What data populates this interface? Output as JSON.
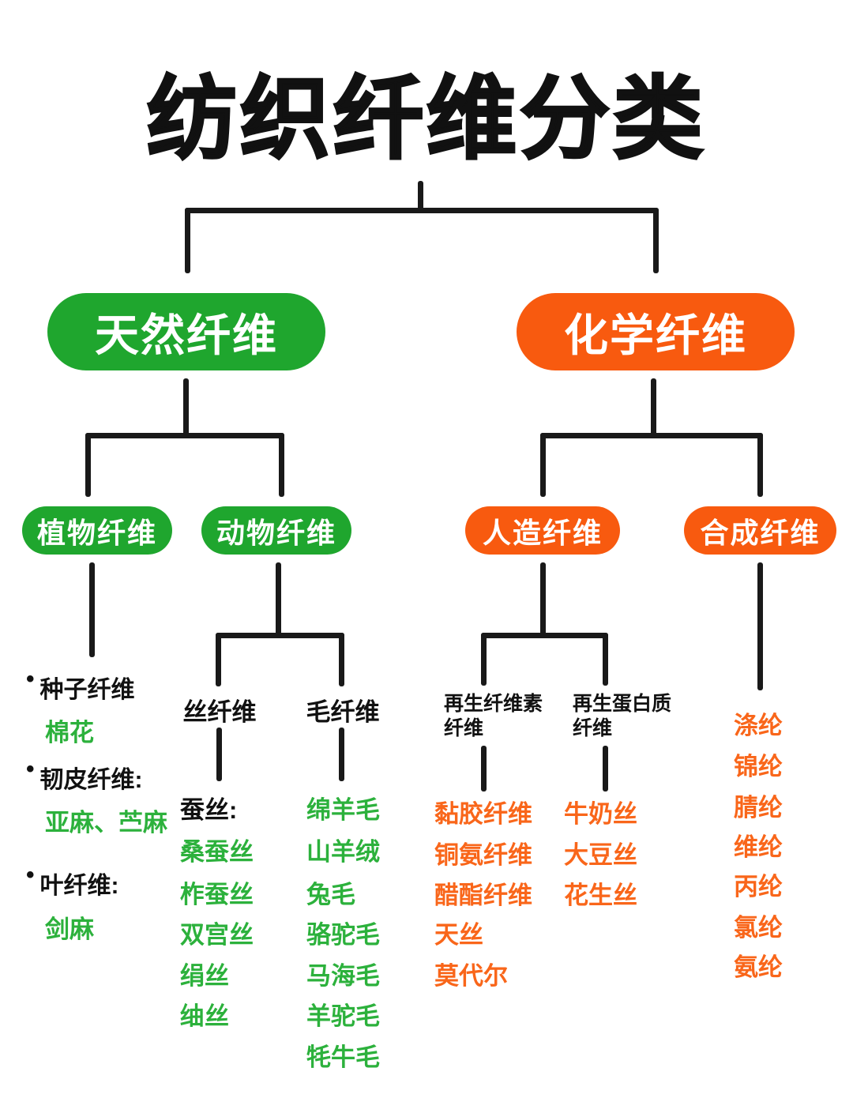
{
  "title": "纺织纤维分类",
  "colors": {
    "green": "#1fa62e",
    "green_text": "#2cb13c",
    "orange": "#f85a0f",
    "orange_text": "#f9661a",
    "line": "#191919",
    "node_text": "#ffffff"
  },
  "level1": {
    "natural": "天然纤维",
    "chemical": "化学纤维"
  },
  "level2": {
    "plant": "植物纤维",
    "animal": "动物纤维",
    "manmade": "人造纤维",
    "synthetic": "合成纤维"
  },
  "plant_groups": [
    {
      "bullet": "•",
      "name": "种子纤维",
      "value": "棉花"
    },
    {
      "bullet": "•",
      "name": "韧皮纤维:",
      "value": "亚麻、苎麻"
    },
    {
      "bullet": "•",
      "name": "叶纤维:",
      "value": "剑麻"
    }
  ],
  "silk": {
    "header": "丝纤维",
    "label": "蚕丝:",
    "items": [
      "桑蚕丝",
      "柞蚕丝",
      "双宫丝",
      "绢丝",
      "䌷丝"
    ]
  },
  "wool": {
    "header": "毛纤维",
    "items": [
      "绵羊毛",
      "山羊绒",
      "兔毛",
      "骆驼毛",
      "马海毛",
      "羊驼毛",
      "牦牛毛"
    ]
  },
  "cellulose": {
    "header_line1": "再生纤维素",
    "header_line2": "纤维",
    "items": [
      "黏胶纤维",
      "铜氨纤维",
      "醋酯纤维",
      "天丝",
      "莫代尔"
    ]
  },
  "protein": {
    "header_line1": "再生蛋白质",
    "header_line2": "纤维",
    "items": [
      "牛奶丝",
      "大豆丝",
      "花生丝"
    ]
  },
  "synthetic_items": [
    "涤纶",
    "锦纶",
    "腈纶",
    "维纶",
    "丙纶",
    "氯纶",
    "氨纶"
  ]
}
